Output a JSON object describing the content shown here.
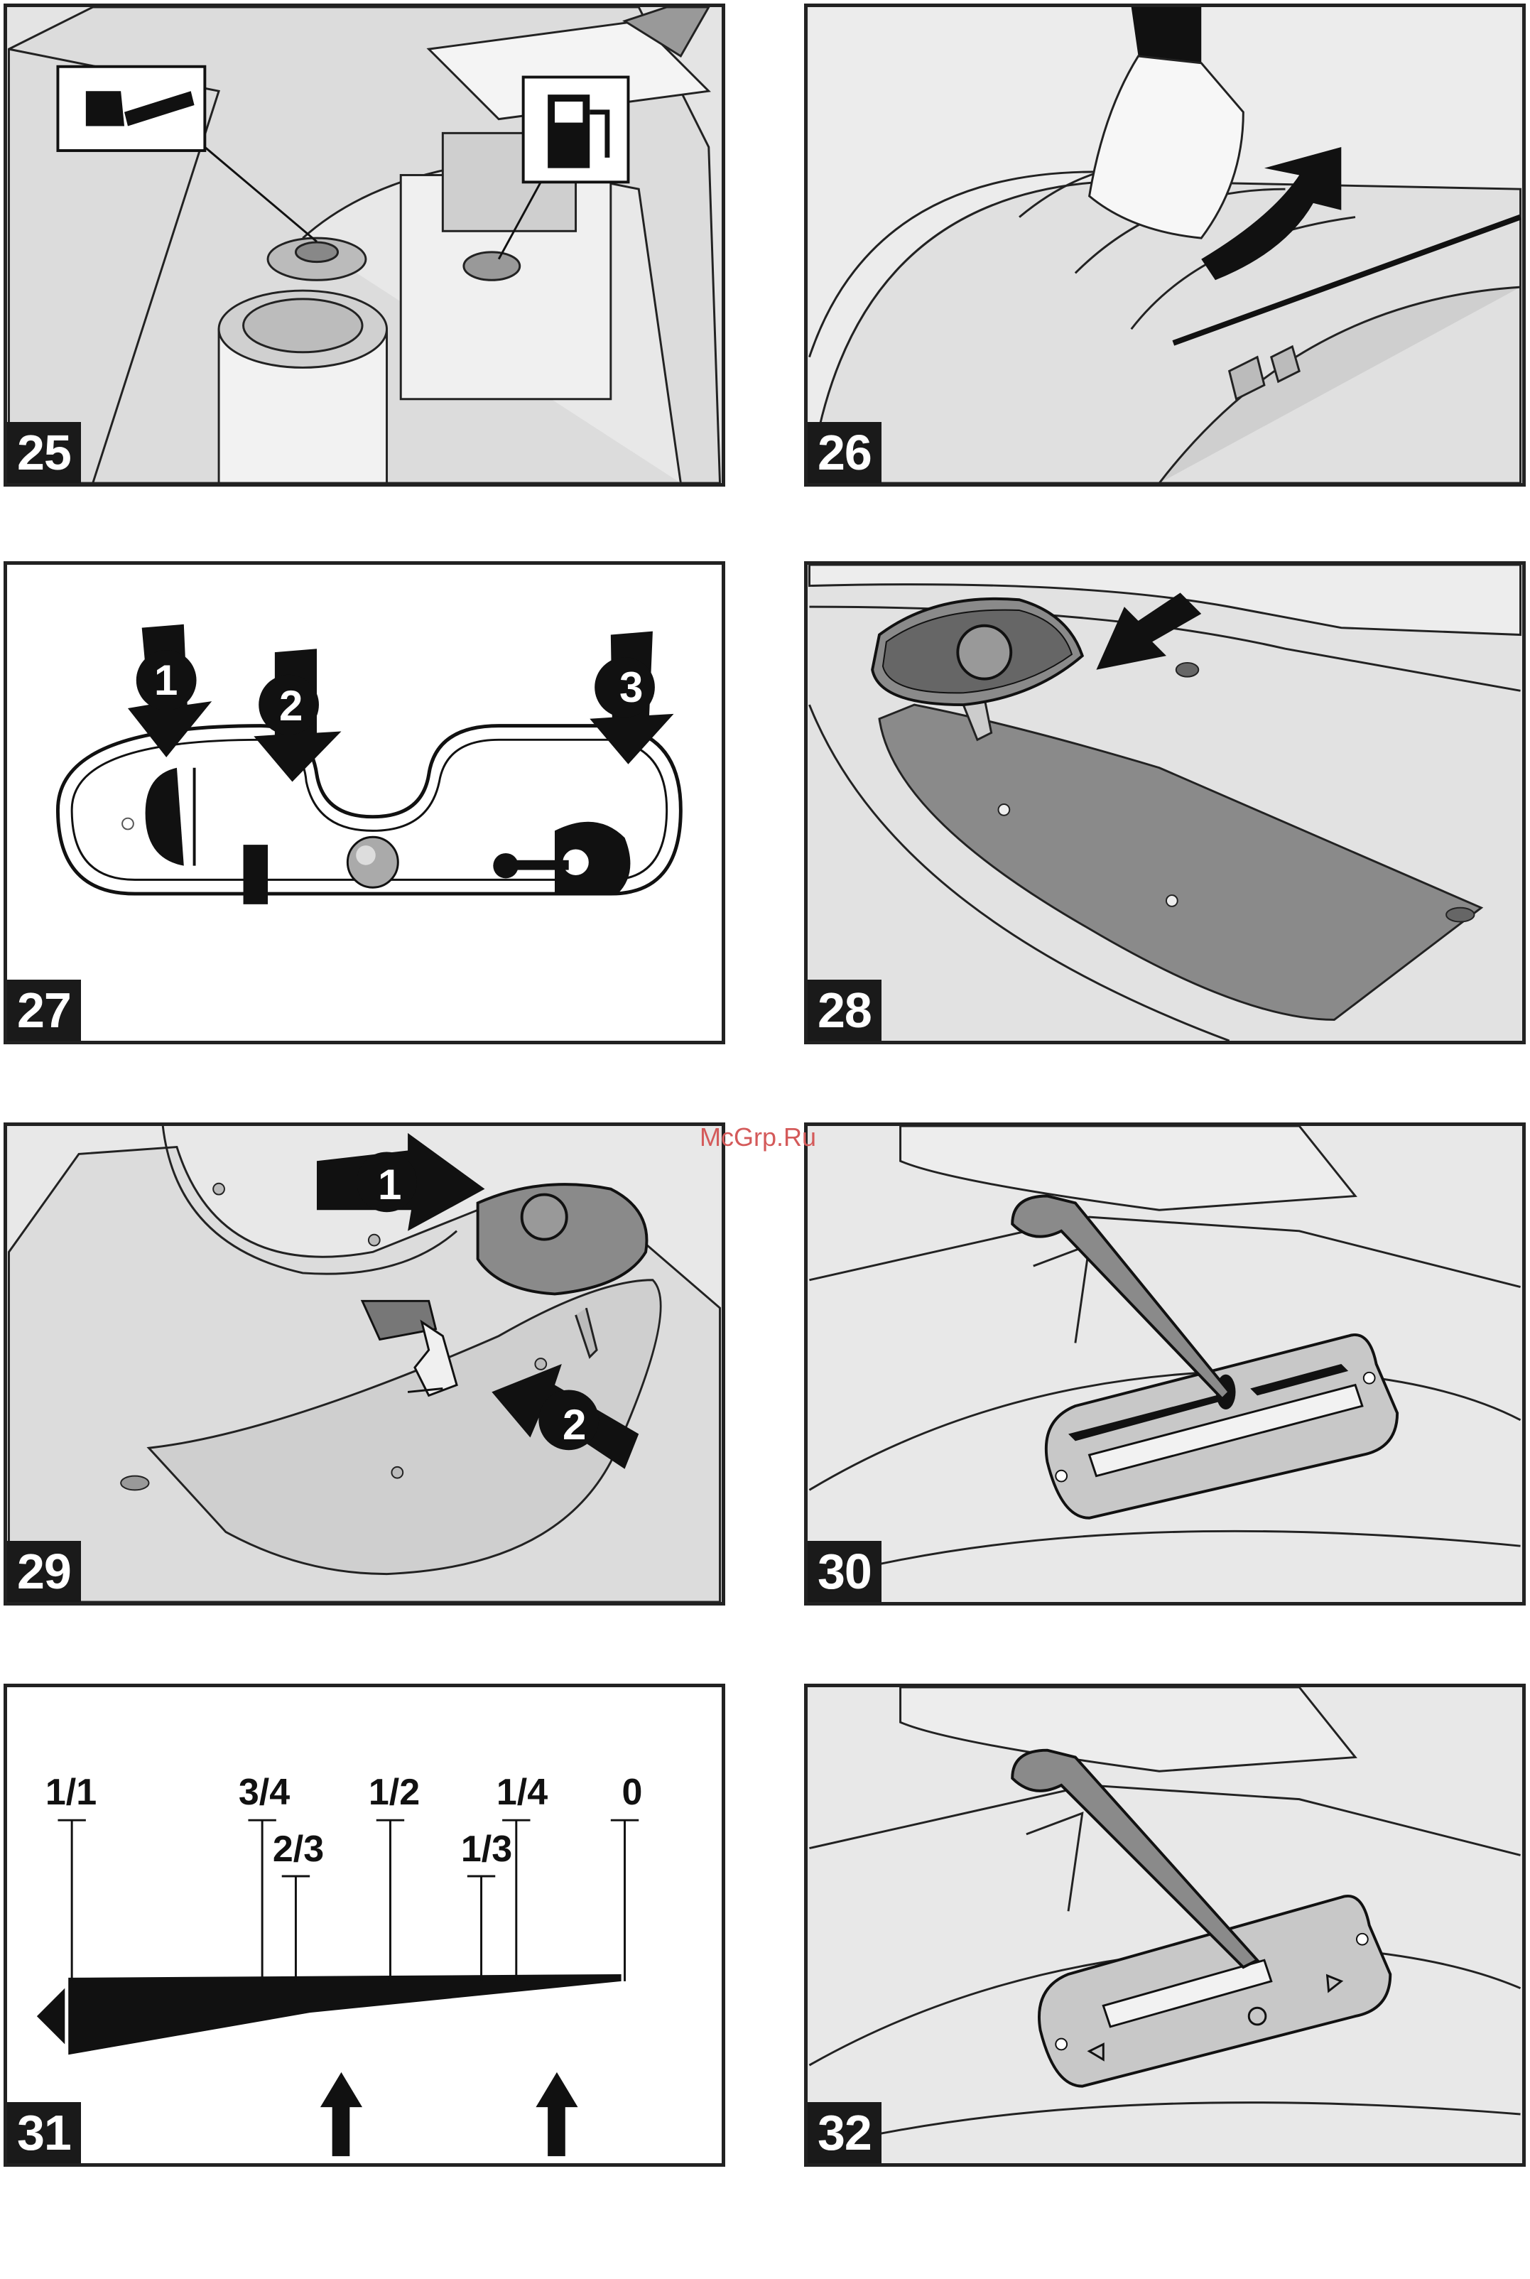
{
  "figures": [
    {
      "number": "25"
    },
    {
      "number": "26"
    },
    {
      "number": "27",
      "callouts": [
        "1",
        "2",
        "3"
      ]
    },
    {
      "number": "28"
    },
    {
      "number": "29",
      "callouts": [
        "1",
        "2"
      ]
    },
    {
      "number": "30"
    },
    {
      "number": "31",
      "scale_labels": [
        "1/1",
        "3/4",
        "2/3",
        "1/2",
        "1/3",
        "1/4",
        "0"
      ]
    },
    {
      "number": "32"
    }
  ],
  "watermark": "McGrp.Ru",
  "colors": {
    "panel_bg": "#e4e4e4",
    "ink": "#1a1a1a",
    "watermark": "#d45a5a"
  }
}
